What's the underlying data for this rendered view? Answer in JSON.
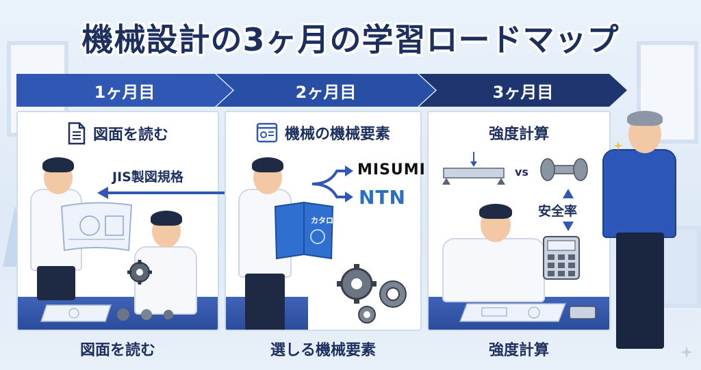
{
  "title": "機械設計の3ヶ月の学習ロードマップ",
  "months": [
    {
      "label": "1ヶ月目",
      "heading": "図面を読む",
      "icon": "document-icon",
      "caption": "図面を読む",
      "color": "#2f57b3"
    },
    {
      "label": "2ヶ月目",
      "heading": "機械の機械要素",
      "icon": "catalog-window-icon",
      "caption": "選しる機械要素",
      "color": "#284ea6"
    },
    {
      "label": "3ヶ月目",
      "heading": "強度計算",
      "icon": "",
      "caption": "強度計算",
      "color": "#1e3570"
    }
  ],
  "annotations": {
    "jis": "JIS製図規格",
    "misumi": "MISUMI",
    "ntn": "NTN",
    "catalog": "カタログ",
    "vs": "vs",
    "safety": "安全率"
  },
  "colors": {
    "title": "#1d2f5e",
    "misumi": "#111111",
    "ntn": "#2a6fc4",
    "accent_blue": "#2f57b3",
    "dark_navy": "#1e3570"
  }
}
